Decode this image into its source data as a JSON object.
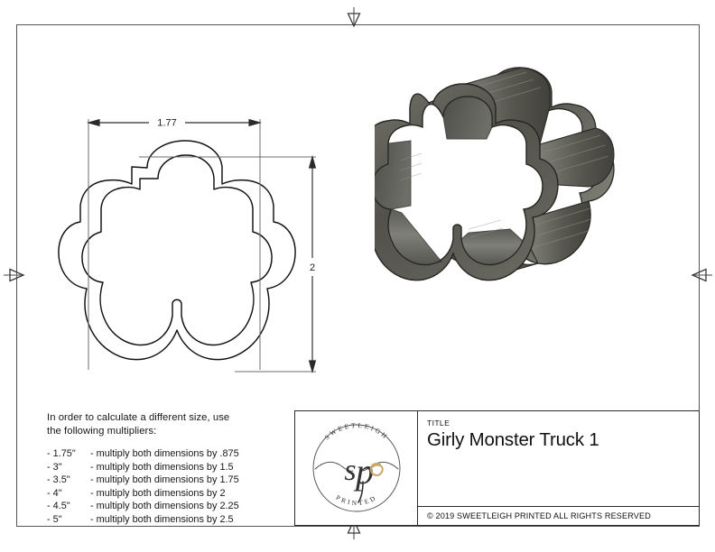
{
  "document": {
    "type": "technical-drawing",
    "sheet_size": "792x612"
  },
  "drawing": {
    "dimensions": {
      "width_label": "1.77",
      "height_label": "2",
      "units": "inches"
    },
    "views": {
      "flat_outline_name": "flat-profile-outline",
      "isometric_name": "isometric-3d-render"
    },
    "center_marks": {
      "top": "center-mark-top",
      "bottom": "center-mark-bottom",
      "left": "center-mark-left",
      "right": "center-mark-right"
    }
  },
  "notes": {
    "heading_line1": "In order to calculate a different size, use",
    "heading_line2": "the following multipliers:",
    "multipliers": [
      {
        "size": "- 1.75\"",
        "text": "- multiply both dimensions by .875"
      },
      {
        "size": "- 3\"",
        "text": "- multiply both dimensions by 1.5"
      },
      {
        "size": "- 3.5\"",
        "text": "- multiply both dimensions by 1.75"
      },
      {
        "size": "- 4\"",
        "text": "- multiply both dimensions by 2"
      },
      {
        "size": "- 4.5\"",
        "text": "- multiply both dimensions by 2.25"
      },
      {
        "size": "- 5\"",
        "text": "- multiply both dimensions by 2.5"
      }
    ]
  },
  "title_block": {
    "title_label": "TITLE",
    "title_value": "Girly Monster Truck 1",
    "copyright": "© 2019  SWEETLEIGH PRINTED  ALL RIGHTS RESERVED",
    "logo": {
      "top_arc_text": "SWEETLEIGH",
      "bottom_arc_text": "PRINTED",
      "monogram": "sp",
      "accent_color": "#c9a96a",
      "ink_color": "#3a3a3a"
    }
  },
  "colors": {
    "frame_line": "#565659",
    "outline_line": "#111111",
    "model_dark": "#45453f",
    "model_mid": "#5d5d56",
    "model_light": "#7c7c74",
    "model_edge": "#2e2e2a",
    "text": "#17171a"
  }
}
